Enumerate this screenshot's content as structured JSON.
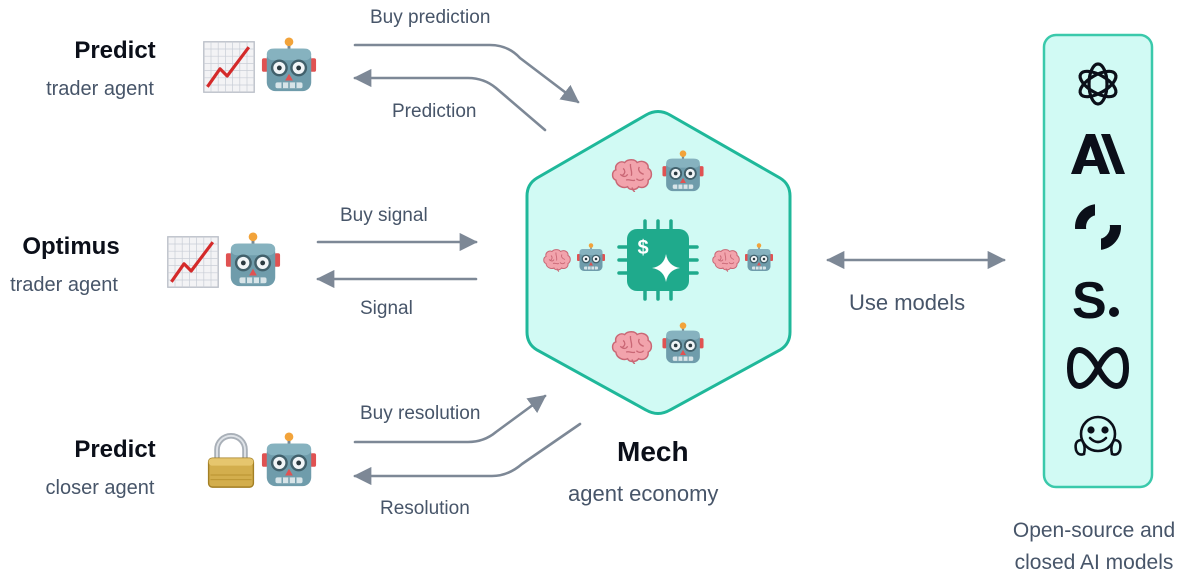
{
  "agents": [
    {
      "title": "Predict",
      "subtitle": "trader agent",
      "icon": "chart-increasing-icon"
    },
    {
      "title": "Optimus",
      "subtitle": "trader agent",
      "icon": "chart-increasing-icon"
    },
    {
      "title": "Predict",
      "subtitle": "closer agent",
      "icon": "lock-icon"
    }
  ],
  "flows": {
    "buy_prediction": "Buy prediction",
    "prediction": "Prediction",
    "buy_signal": "Buy signal",
    "signal": "Signal",
    "buy_resolution": "Buy resolution",
    "resolution": "Resolution",
    "use_models": "Use models"
  },
  "mech": {
    "title": "Mech",
    "subtitle": "agent economy"
  },
  "models": {
    "caption_line1": "Open-source and",
    "caption_line2": "closed AI models",
    "icons": [
      "openai-icon",
      "anthropic-icon",
      "copilot-icon",
      "stability-icon",
      "meta-icon",
      "huggingface-icon"
    ]
  },
  "colors": {
    "hex_fill": "#d1faf4",
    "hex_stroke": "#1fb89a",
    "chip": "#1faa8c",
    "arrow": "#7d8896",
    "panel_fill": "#d1faf4",
    "panel_stroke": "#3ac9ab"
  }
}
